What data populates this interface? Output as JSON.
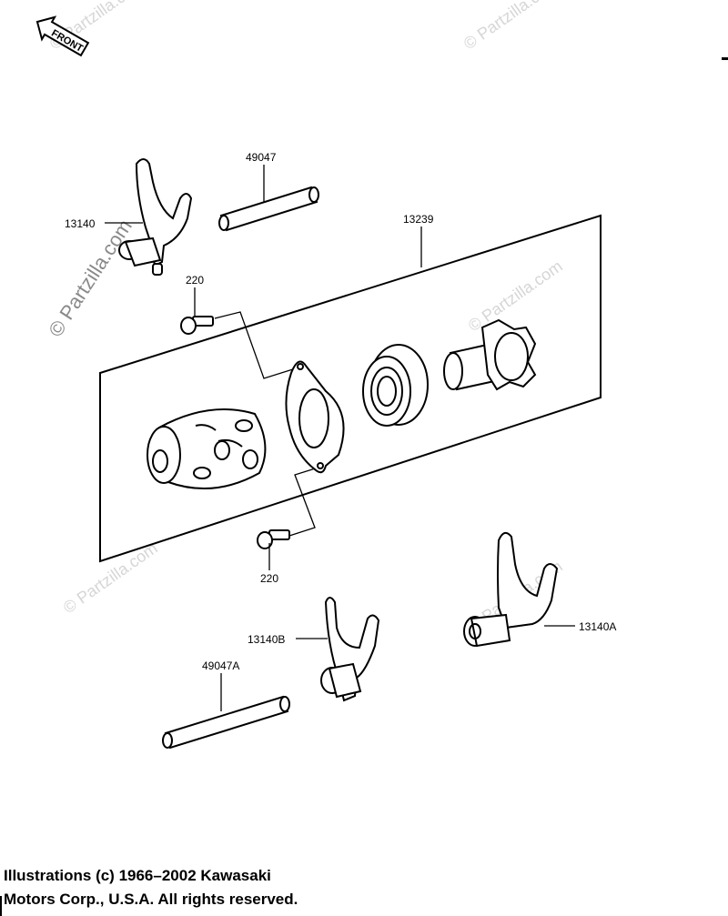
{
  "front_label": "FRONT",
  "watermark": "© Partzilla.com",
  "callouts": {
    "shift_fork_top": "13140",
    "shift_rod_top": "49047",
    "drum_assembly": "13239",
    "screw_top": "220",
    "screw_bottom": "220",
    "shift_fork_b": "13140B",
    "shift_fork_a": "13140A",
    "shift_rod_bottom": "49047A"
  },
  "copyright": {
    "line1": "Illustrations (c) 1966–2002 Kawasaki",
    "line2": "Motors Corp., U.S.A.  All rights reserved."
  }
}
